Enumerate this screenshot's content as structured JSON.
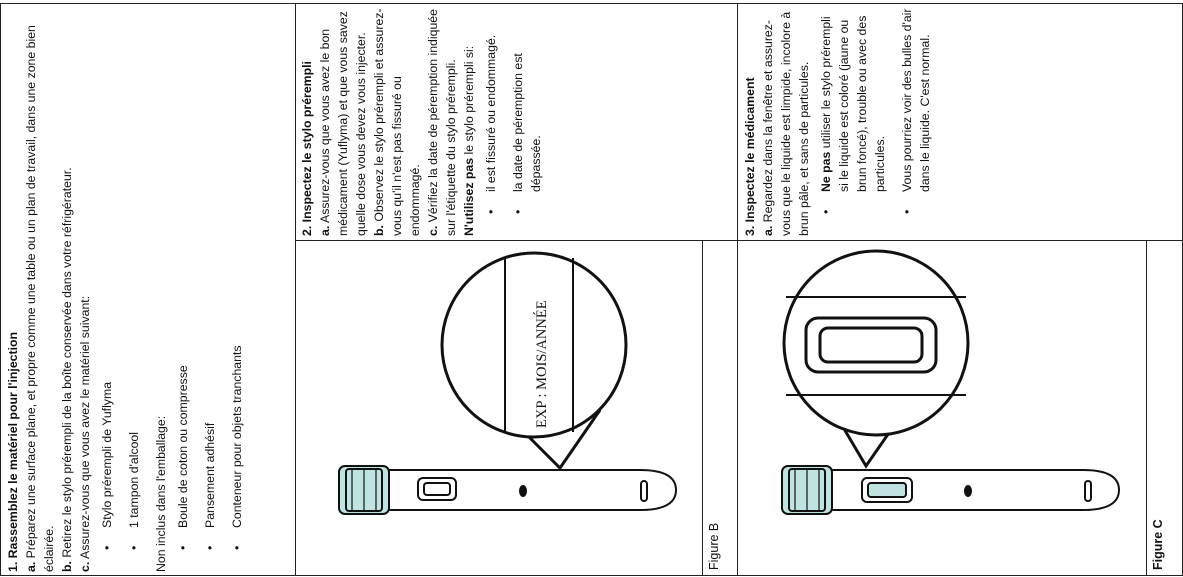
{
  "section1": {
    "heading": "1. Rassemblez le matériel pour l'injection",
    "a_prefix": "a.",
    "a_text": " Préparez une surface plane, et propre comme une table ou un plan de travail, dans une zone bien éclairée.",
    "b_prefix": "b.",
    "b_text": " Retirez le stylo prérempli de la boîte conservée dans votre réfrigérateur.",
    "c_prefix": "c.",
    "c_text": " Assurez-vous que vous avez le matériel suivant:",
    "items": [
      "Stylo prérempli de Yuflyma",
      "1 tampon d'alcool"
    ],
    "not_included": "Non inclus dans l'emballage:",
    "extra_items": [
      "Boule de coton ou compresse",
      "Pansement adhésif",
      "Conteneur pour objets tranchants"
    ]
  },
  "section2": {
    "heading": "2. Inspectez le stylo prérempli",
    "a_prefix": "a.",
    "a_text": " Assurez-vous que vous avez le bon médicament (Yuflyma) et que vous savez quelle dose vous devez vous injecter.",
    "b_prefix": "b.",
    "b_text": " Observez le stylo prérempli et assurez-vous qu'il n'est pas fissuré ou endommagé.",
    "c_prefix": "c.",
    "c_text": " Vérifiez la date de péremption indiquée sur l'étiquette du stylo prérempli.",
    "warn_bold": "N'utilisez pas",
    "warn_text": " le stylo prérempli si:",
    "items": [
      "il est fissuré ou endommagé.",
      "la date de péremption est dépassée."
    ],
    "figure_label": "Figure B",
    "exp_label": "EXP : MOIS/ANNÉE"
  },
  "section3": {
    "heading": "3. Inspectez le médicament",
    "a_prefix": "a.",
    "a_text": " Regardez dans la fenêtre et assurez-vous que le liquide est limpide, incolore à brun pâle, et sans de particules.",
    "item1_bold": "Ne pas",
    "item1_text": " utiliser le stylo prérempli si le liquide est coloré (jaune ou brun foncé), trouble ou avec des particules.",
    "item2_text": "Vous pourriez voir des bulles d'air dans le liquide. C'est normal.",
    "figure_label": "Figure C"
  },
  "colors": {
    "liquid": "#bfe3e0",
    "line": "#111111"
  }
}
